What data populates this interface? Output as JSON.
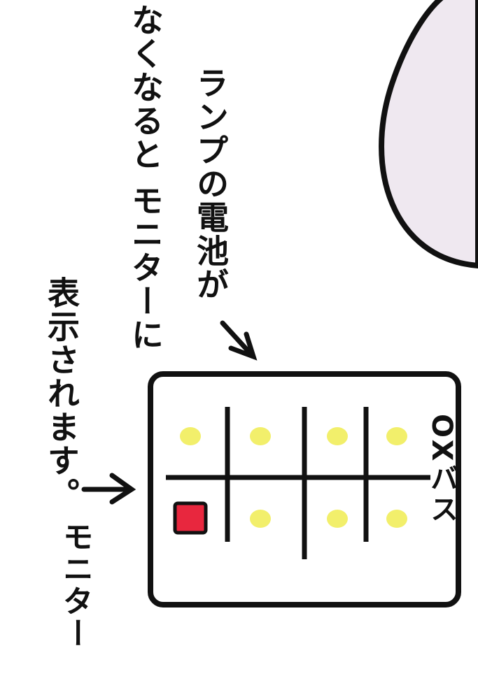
{
  "annotation": {
    "line1": "ランプの電池が",
    "line2": "なくなると モニターに",
    "line3": "表示されます。"
  },
  "monitor_label": "モニター",
  "box_title": "OXバス",
  "grid": {
    "rows": [
      [
        "on",
        "off"
      ],
      [
        "on",
        "on"
      ],
      [
        "on",
        "on"
      ],
      [
        "on",
        "on"
      ]
    ]
  },
  "colors": {
    "lamp_on": "#f2ef6b",
    "lamp_off": "#e8273e",
    "line": "#111111",
    "bubble_fill": "#efe8f0"
  }
}
